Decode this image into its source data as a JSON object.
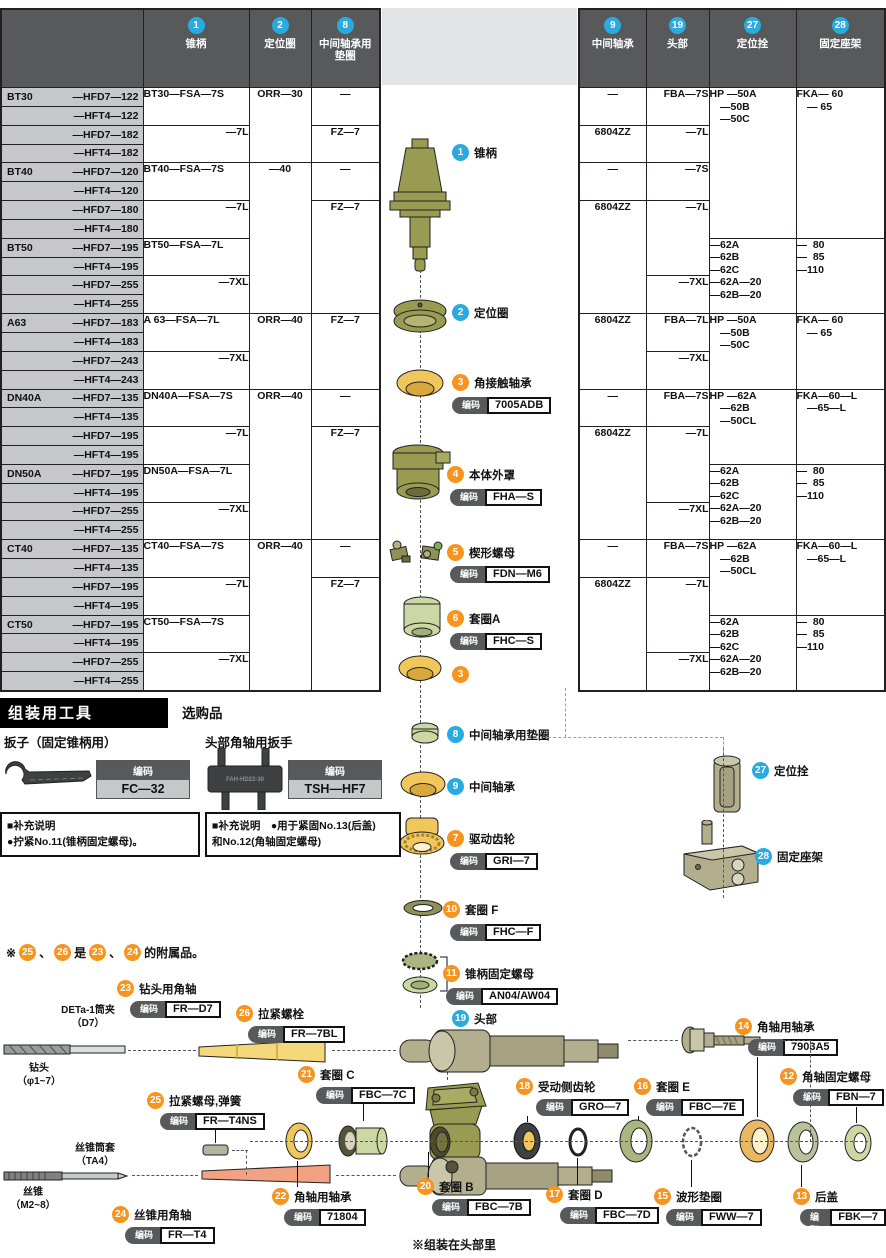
{
  "misc": {
    "code_label": "编码",
    "note": {
      "pre": "※",
      "a": "25",
      "sep1": "、",
      "b": "26",
      "mid": "是",
      "c": "23",
      "sep2": "、",
      "d": "24",
      "suf": "的附属品。"
    },
    "deta": "DETa-1筒夹\n（D7）",
    "drill": "钻头\n（φ1~7）",
    "tap_sleeve": "丝锥筒套\n（TA4）",
    "tap": "丝锥\n（M2~8）",
    "assembled_note": "※组装在头部里"
  },
  "tools": {
    "title": "组装用工具",
    "opt": "选购品",
    "w1": "扳子（固定锥柄用）",
    "w1code": "FC—32",
    "w1note": "■补充说明\n●拧紧No.11(锥柄固定螺母)。",
    "w2": "头部角轴用扳手",
    "w2code": "TSH—HF7",
    "w2mark": "FAH-HD22-30",
    "w2note": "■补充说明　●用于紧固No.13(后盖)\n和No.12(角轴固定螺母)"
  },
  "lt": {
    "h": {
      "n1": "1",
      "t1": "锥柄",
      "n2": "2",
      "t2": "定位圈",
      "n3": "8",
      "t3": "中间轴承用垫圈"
    },
    "labels": [
      {
        "p": "BT30",
        "c": "—HFD7—122"
      },
      {
        "p": "",
        "c": "—HFT4—122"
      },
      {
        "p": "",
        "c": "—HFD7—182"
      },
      {
        "p": "",
        "c": "—HFT4—182"
      },
      {
        "p": "BT40",
        "c": "—HFD7—120"
      },
      {
        "p": "",
        "c": "—HFT4—120"
      },
      {
        "p": "",
        "c": "—HFD7—180"
      },
      {
        "p": "",
        "c": "—HFT4—180"
      },
      {
        "p": "BT50",
        "c": "—HFD7—195"
      },
      {
        "p": "",
        "c": "—HFT4—195"
      },
      {
        "p": "",
        "c": "—HFD7—255"
      },
      {
        "p": "",
        "c": "—HFT4—255"
      },
      {
        "p": "A63",
        "c": "—HFD7—183"
      },
      {
        "p": "",
        "c": "—HFT4—183"
      },
      {
        "p": "",
        "c": "—HFD7—243"
      },
      {
        "p": "",
        "c": "—HFT4—243"
      },
      {
        "p": "DN40A",
        "c": "—HFD7—135"
      },
      {
        "p": "",
        "c": "—HFT4—135"
      },
      {
        "p": "",
        "c": "—HFD7—195"
      },
      {
        "p": "",
        "c": "—HFT4—195"
      },
      {
        "p": "DN50A",
        "c": "—HFD7—195"
      },
      {
        "p": "",
        "c": "—HFT4—195"
      },
      {
        "p": "",
        "c": "—HFD7—255"
      },
      {
        "p": "",
        "c": "—HFT4—255"
      },
      {
        "p": "CT40",
        "c": "—HFD7—135"
      },
      {
        "p": "",
        "c": "—HFT4—135"
      },
      {
        "p": "",
        "c": "—HFD7—195"
      },
      {
        "p": "",
        "c": "—HFT4—195"
      },
      {
        "p": "CT50",
        "c": "—HFD7—195"
      },
      {
        "p": "",
        "c": "—HFT4—195"
      },
      {
        "p": "",
        "c": "—HFD7—255"
      },
      {
        "p": "",
        "c": "—HFT4—255"
      }
    ],
    "shank": [
      "BT30—FSA—7S",
      "—7L",
      "BT40—FSA—7S",
      "—7L",
      "BT50—FSA—7L",
      "—7XL",
      "A 63—FSA—7L",
      "—7XL",
      "DN40A—FSA—7S",
      "—7L",
      "DN50A—FSA—7L",
      "—7XL",
      "CT40—FSA—7S",
      "—7L",
      "CT50—FSA—7S",
      "—7XL"
    ],
    "ring": [
      "ORR—30",
      "—40",
      "ORR—40",
      "ORR—40",
      "ORR—40"
    ],
    "washer": [
      "—",
      "FZ—7",
      "—",
      "FZ—7",
      "FZ—7",
      "—",
      "FZ—7",
      "—",
      "FZ—7"
    ]
  },
  "rt": {
    "h": {
      "n1": "9",
      "t1": "中间轴承",
      "n2": "19",
      "t2": "头部",
      "n3": "27",
      "t3": "定位拴",
      "n4": "28",
      "t4": "固定座架"
    },
    "bearing": [
      "—",
      "6804ZZ",
      "—",
      "6804ZZ",
      "6804ZZ",
      "—",
      "6804ZZ",
      "—",
      "6804ZZ"
    ],
    "head": [
      "FBA—7S",
      "—7L",
      "—7S",
      "—7L",
      "—7XL",
      "FBA—7L",
      "—7XL",
      "FBA—7S",
      "—7L",
      "—7XL",
      "FBA—7S",
      "—7L",
      "—7XL"
    ],
    "pin": [
      "HP —50A\n　—50B\n　—50C",
      "—62A\n—62B\n—62C\n—62A—20\n—62B—20",
      "HP —50A\n　—50B\n　—50C",
      "HP —62A\n　—62B\n　—50CL",
      "—62A\n—62B\n—62C\n—62A—20\n—62B—20",
      "HP —62A\n　—62B\n　—50CL",
      "—62A\n—62B\n—62C\n—62A—20\n—62B—20"
    ],
    "bracket": [
      "FKA— 60\n　— 65",
      "—  80\n—  85\n—110",
      "FKA— 60\n　— 65",
      "FKA—60—L\n　—65—L",
      "—  80\n—  85\n—110",
      "FKA—60—L\n　—65—L",
      "—  80\n—  85\n—110"
    ]
  },
  "items": {
    "i1": {
      "num": "1",
      "label": "锥柄"
    },
    "i2": {
      "num": "2",
      "label": "定位圈"
    },
    "i3": {
      "num": "3",
      "label": "角接触轴承",
      "code": "7005ADB"
    },
    "i4": {
      "num": "4",
      "label": "本体外罩",
      "code": "FHA—S"
    },
    "i5": {
      "num": "5",
      "label": "楔形螺母",
      "code": "FDN—M6"
    },
    "i6": {
      "num": "6",
      "label": "套圈A",
      "code": "FHC—S"
    },
    "i7": {
      "num": "7",
      "label": "驱动齿轮",
      "code": "GRI—7"
    },
    "i8": {
      "num": "8",
      "label": "中间轴承用垫圈"
    },
    "i9": {
      "num": "9",
      "label": "中间轴承"
    },
    "i10": {
      "num": "10",
      "label": "套圈 F",
      "code": "FHC—F"
    },
    "i11": {
      "num": "11",
      "label": "锥柄固定螺母",
      "code": "AN04/AW04"
    },
    "i12": {
      "num": "12",
      "label": "角轴固定螺母",
      "code": "FBN—7"
    },
    "i13": {
      "num": "13",
      "label": "后盖",
      "code": "FBK—7"
    },
    "i14": {
      "num": "14",
      "label": "角轴用轴承",
      "code": "7903A5"
    },
    "i15": {
      "num": "15",
      "label": "波形垫圈",
      "code": "FWW—7"
    },
    "i16": {
      "num": "16",
      "label": "套圈 E",
      "code": "FBC—7E"
    },
    "i17": {
      "num": "17",
      "label": "套圈 D",
      "code": "FBC—7D"
    },
    "i18": {
      "num": "18",
      "label": "受动侧齿轮",
      "code": "GRO—7"
    },
    "i19": {
      "num": "19",
      "label": "头部"
    },
    "i20": {
      "num": "20",
      "label": "套圈 B",
      "code": "FBC—7B"
    },
    "i21": {
      "num": "21",
      "label": "套圈 C",
      "code": "FBC—7C"
    },
    "i22": {
      "num": "22",
      "label": "角轴用轴承",
      "code": "71804"
    },
    "i23": {
      "num": "23",
      "label": "钻头用角轴",
      "code": "FR—D7"
    },
    "i24": {
      "num": "24",
      "label": "丝锥用角轴",
      "code": "FR—T4"
    },
    "i25": {
      "num": "25",
      "label": "拉紧螺母,弹簧",
      "code": "FR—T4NS"
    },
    "i26": {
      "num": "26",
      "label": "拉紧螺栓",
      "code": "FR—7BL"
    },
    "i27": {
      "num": "27",
      "label": "定位拴"
    },
    "i28": {
      "num": "28",
      "label": "固定座架"
    }
  }
}
